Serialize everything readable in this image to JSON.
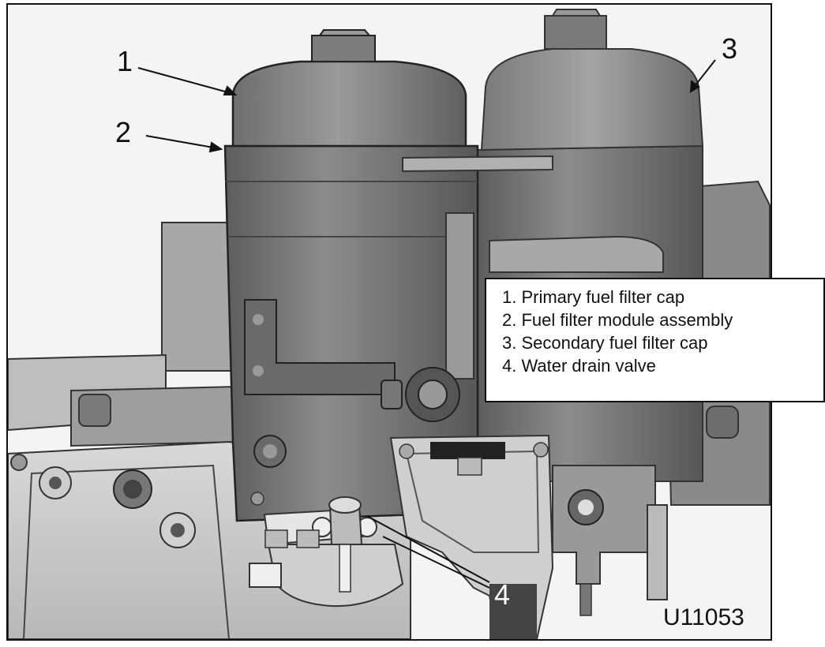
{
  "callouts": {
    "c1": "1",
    "c2": "2",
    "c3": "3",
    "c4": "4"
  },
  "legend": {
    "items": [
      "1. Primary fuel filter cap",
      "2. Fuel filter module assembly",
      "3. Secondary fuel filter cap",
      "4. Water drain valve"
    ]
  },
  "figure_id": "U11053"
}
